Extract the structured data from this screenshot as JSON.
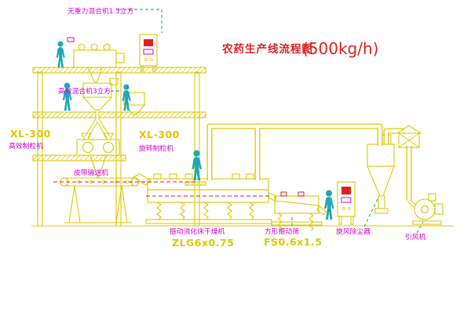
{
  "title": {
    "text": "农药生产线流程图",
    "capacity": "(500kg/h)"
  },
  "labels": {
    "top_mixer": "无重力混合机1.5立方",
    "mid_mixer": "高效混合机3立方",
    "left_granulator_model": "XL-300",
    "left_granulator_name": "高效制粒机",
    "right_granulator_model": "XL-300",
    "right_granulator_name": "旋转制粒机",
    "belt_conveyor": "皮带输送机",
    "dryer_name": "振动流化床干燥机",
    "dryer_model": "ZLG6x0.75",
    "screen_name": "方形振动筛",
    "screen_model": "FS0.6x1.5",
    "cyclone_name": "旋风除尘器",
    "fan_name": "引风机"
  },
  "colors": {
    "yellow": "#dcc800",
    "magenta": "#d400d4",
    "red": "#e02020",
    "cyan": "#1fa8b8",
    "green": "#00a830",
    "bg": "#ffffff"
  }
}
